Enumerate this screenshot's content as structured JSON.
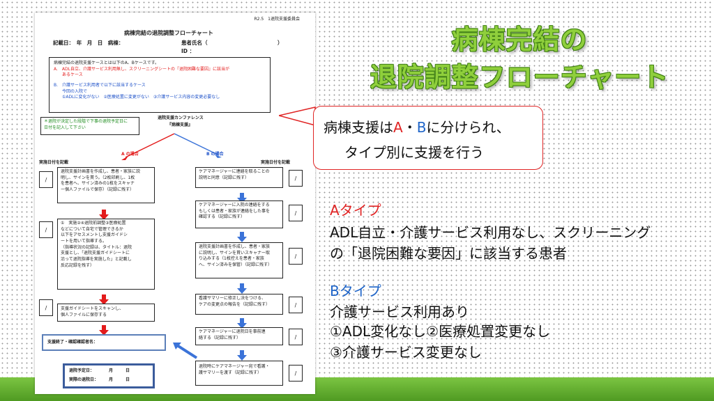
{
  "slide": {
    "title_line1": "病棟完結の",
    "title_line2": "退院調整フローチャート",
    "callout": {
      "line1_pre": "病棟支援は",
      "line1_a": "A",
      "line1_dot": "・",
      "line1_b": "B",
      "line1_post": "に分けられ、",
      "line2": "タイプ別に支援を行う"
    },
    "type_a": {
      "heading": "Aタイプ",
      "line1": "ADL自立・介護サービス利用なし、スクリーニング",
      "line2": "の「退院困難な要因」に該当する患者"
    },
    "type_b": {
      "heading": "Bタイプ",
      "line1": "介護サービス利用あり",
      "line2": "①ADL変化なし②医療処置変更なし",
      "line3": "③介護サービス変更なし"
    },
    "colors": {
      "accent_red": "#e02424",
      "accent_blue": "#1e64c8",
      "title_green": "#8fcf3c",
      "bar_green": "#5aa62a"
    }
  },
  "doc": {
    "header_right": "R2.5　1退院支援委員会",
    "title": "病棟完結の退院調整フローチャート",
    "row1": {
      "date_label": "記載日：　年　月　日　病棟：",
      "patient_label": "患者氏名（",
      "close": "）"
    },
    "id_label": "ID ：",
    "intro": "病棟完結の退院支援ケースとは以下のA、Bケースです。",
    "case_a_1": "A.　ADL自立、介護サービス利用無し、スクリーニングシートの『退院困難な要因』に該当が",
    "case_a_2": "あるケース",
    "case_b_1": "B.　介護サービス利用者で以下に該当するケース",
    "case_b_2": "今回の入院で",
    "case_b_3": "①ADLに変化がない　②医療処置に変更がない　③介護サービス内容の変更必要なし",
    "green_note_1": "＊退院が決定した段階で下事の退院予定日に",
    "green_note_2": "日付を記入して下さい",
    "conference_1": "退院支援カンファレンス",
    "conference_2": "『病棟支援』",
    "case_a_label": "A の場合",
    "case_b_label": "B の場合",
    "impl_label_left": "実施日付を記載",
    "impl_label_right": "実施日付を記載",
    "check_mark": "/",
    "a_steps": [
      [
        "退院支援計画書を作成し、患者・家族に説",
        "明し、サインを貰う。（2枚印刷し、1枚",
        "を患者へ、サイン済みの1枚をスキャナ",
        "ー個人ファイルで保存）（記録に残す）"
      ],
      [
        "①　実施②④退院前調整③医療処置",
        "などについて自宅で管理できるか",
        "以下をアセスメントし支援ガイドシ",
        "ートを用いて指導する。",
        "（指導状況の記録は、タイトル：退院",
        "支援とし、「退院支援ガイドシートに",
        "沿って退院指導を実施した」と記載し",
        "反応記録を残す）"
      ],
      [
        "支援ガイドシートをスキャンし、",
        "個人ファイルに保存する"
      ]
    ],
    "b_steps": [
      [
        "ケアマネージャーに連絡を取ることの",
        "説明と同意（記録に残す）"
      ],
      [
        "ケアマネージャーに入院の連絡をする",
        "もしくは患者・家族が連絡をした事を",
        "確認する（記録に残す）"
      ],
      [
        "退院支援計画書を作成し、患者・家族",
        "に説明し、サインを貰いスキャナー取",
        "り込みする（1枚控えを患者・家族",
        "へ、サイン済みを保管）（記録に残す）"
      ],
      [
        "看護サマリーに修正し決をつける、",
        "ケアの変更点の報告を（記録に残す）"
      ],
      [
        "ケアマネージャーに退院日を事前連",
        "絡する（記録に残す）"
      ],
      [
        "退院時にケアマネージャー宛で看護・",
        "護サマリーを渡す（記録に残す）"
      ]
    ],
    "support_end": "支援終了・確認確認者名：",
    "discharge_plan": "退院予定日：　　　　月　　　日",
    "discharge_actual": "実際の退院日：　　　月　　　日"
  }
}
